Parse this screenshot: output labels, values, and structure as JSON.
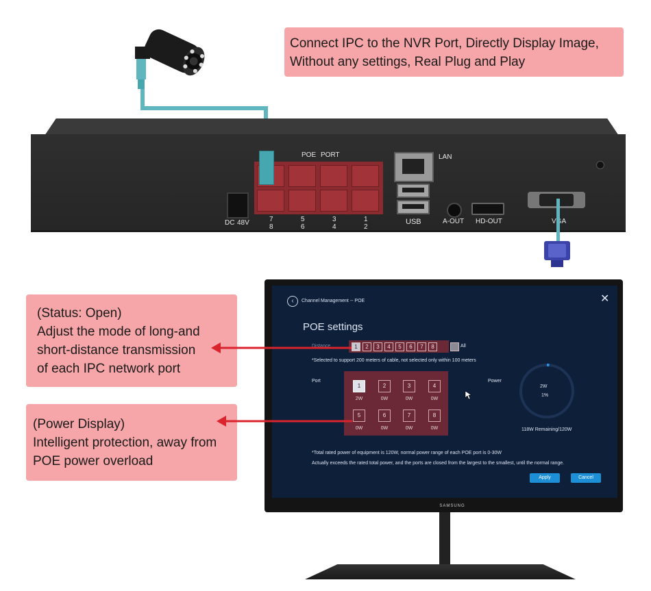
{
  "callouts": {
    "top": [
      "Connect IPC to the NVR Port, Directly Display Image,",
      "Without any settings, Real Plug and Play"
    ],
    "status": [
      "(Status: Open)",
      "Adjust the mode of long-and",
      "short-distance transmission",
      "of each IPC network port"
    ],
    "power": [
      "(Power Display)",
      "Intelligent protection, away from",
      "POE power overload"
    ]
  },
  "nvr": {
    "poe_label": "POE",
    "port_label": "PORT",
    "lan_label": "LAN",
    "dc_label": "DC",
    "volt_label": "48V",
    "usb_label": "USB",
    "aout_label": "A-OUT",
    "hdout_label": "HD-OUT",
    "vga_label": "VGA",
    "port_numbers_top": [
      "7",
      "5",
      "3",
      "1"
    ],
    "port_numbers_bottom": [
      "8",
      "6",
      "4",
      "2"
    ]
  },
  "monitor": {
    "brand": "SAMSUNG",
    "breadcrumb": "Channel Management -- POE",
    "title": "POE settings",
    "distance_label": "Distance",
    "channels": [
      "1",
      "2",
      "3",
      "4",
      "5",
      "6",
      "7",
      "8"
    ],
    "all_label": "All",
    "distance_note": "*Selected to support 200 meters of cable, not selected only within 100 meters",
    "port_label": "Port",
    "power_label": "Power",
    "ports": [
      {
        "num": "1",
        "watt": "2W",
        "active": true
      },
      {
        "num": "2",
        "watt": "0W",
        "active": false
      },
      {
        "num": "3",
        "watt": "0W",
        "active": false
      },
      {
        "num": "4",
        "watt": "0W",
        "active": false
      },
      {
        "num": "5",
        "watt": "0W",
        "active": false
      },
      {
        "num": "6",
        "watt": "0W",
        "active": false
      },
      {
        "num": "7",
        "watt": "0W",
        "active": false
      },
      {
        "num": "8",
        "watt": "0W",
        "active": false
      }
    ],
    "power_value": "2W",
    "power_percent": "1%",
    "power_fraction": 0.01,
    "remaining": "118W Remaining/120W",
    "note1": "*Total rated power of equipment is 120W, normal power range of each POE port is 0-30W",
    "note2": "Actually exceeds the rated total power, and the ports are closed from the largest to the smallest, until the normal range.",
    "apply_label": "Apply",
    "cancel_label": "Cancel"
  },
  "colors": {
    "callout": "#f6a5a8",
    "arrow": "#d9232d",
    "cable": "#5fb6bf",
    "screen_bg": "#0e1f3a",
    "highlight": "#6b2837",
    "button": "#1d8fd6"
  }
}
